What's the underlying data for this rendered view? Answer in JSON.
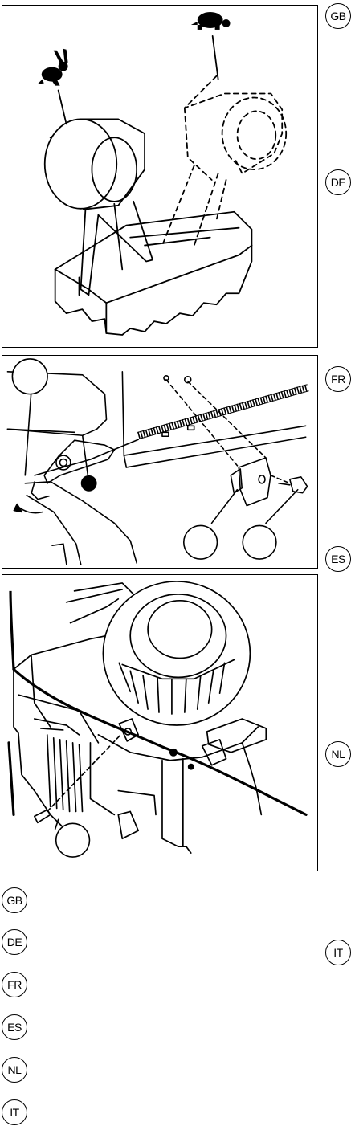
{
  "language_badges": {
    "right_column": [
      "GB",
      "DE",
      "FR",
      "ES",
      "NL",
      "IT"
    ],
    "left_column": [
      "GB",
      "DE",
      "FR",
      "ES",
      "NL",
      "IT"
    ]
  },
  "figures": {
    "throttle_lever": {
      "icons": [
        "rabbit-fast-icon",
        "turtle-slow-icon"
      ]
    },
    "cable_clamp": {
      "callout_labels": [
        "",
        "",
        ""
      ]
    },
    "engine_cable": {
      "callout_labels": [
        ""
      ]
    }
  },
  "colors": {
    "line": "#000000",
    "background": "#ffffff"
  }
}
